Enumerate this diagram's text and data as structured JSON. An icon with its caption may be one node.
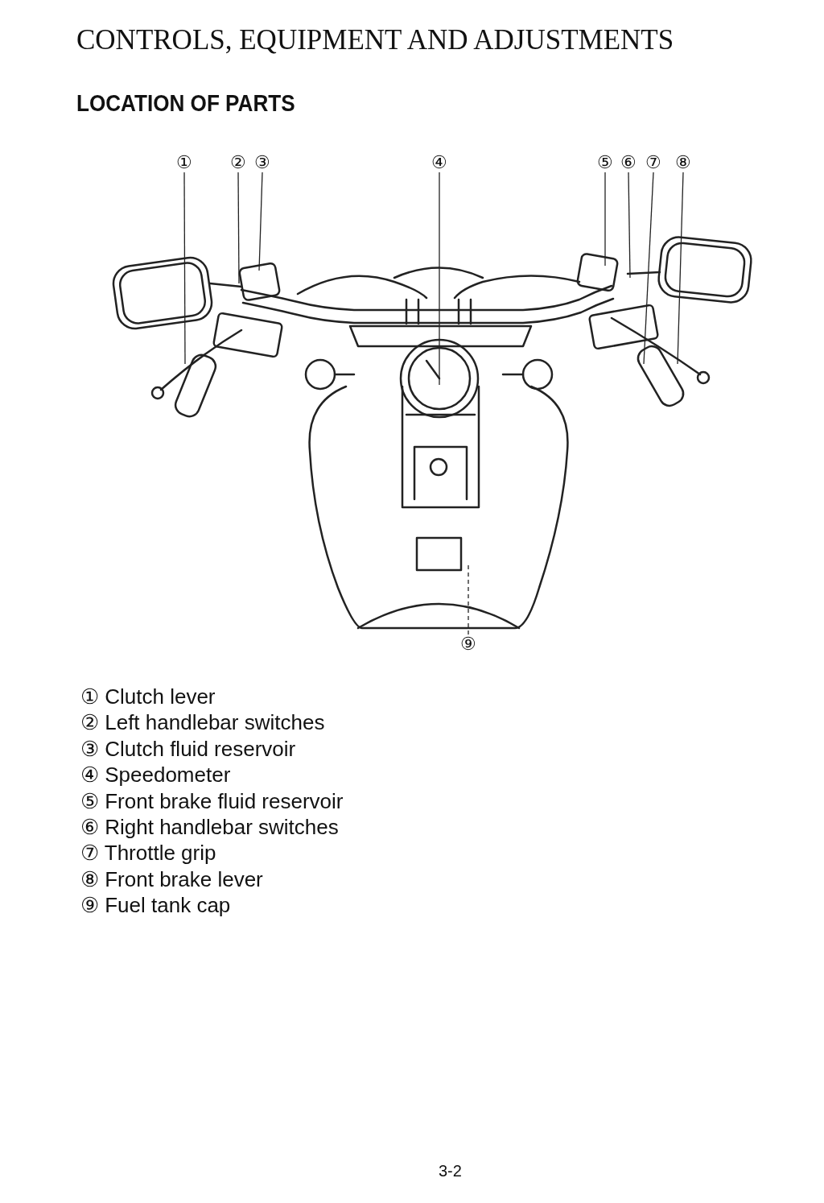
{
  "diagram": {
    "title": "CONTROLS, EQUIPMENT AND ADJUSTMENTS",
    "nodes": [
      {
        "text": [
          "①"
        ]
      },
      {
        "text": [
          "②"
        ]
      },
      {
        "text": [
          "③"
        ]
      },
      {
        "text": [
          "④"
        ]
      },
      {
        "text": [
          "⑤"
        ]
      },
      {
        "text": [
          "⑥"
        ]
      },
      {
        "text": [
          "⑦"
        ]
      },
      {
        "text": [
          "⑧"
        ]
      },
      {
        "text": [
          "⑨"
        ]
      }
    ],
    "edges": [
      {
        "from": 0,
        "to": null,
        "arrow": "none"
      },
      {
        "from": 1,
        "to": null,
        "arrow": "none"
      },
      {
        "from": 2,
        "to": null,
        "arrow": "none"
      },
      {
        "from": 3,
        "to": null,
        "arrow": "none"
      },
      {
        "from": 4,
        "to": null,
        "arrow": "none"
      },
      {
        "from": 5,
        "to": null,
        "arrow": "none"
      },
      {
        "from": 6,
        "to": null,
        "arrow": "none"
      },
      {
        "from": 7,
        "to": null,
        "arrow": "none"
      },
      {
        "from": 8,
        "to": null,
        "arrow": "none",
        "style": "dashed"
      }
    ],
    "labels": [
      "LOCATION OF PARTS",
      "① Clutch lever",
      "② Left handlebar switches",
      "③ Clutch fluid reservoir",
      "④ Speedometer",
      "⑤ Front brake fluid reservoir",
      "⑥ Right handlebar switches",
      "⑦ Throttle grip",
      "⑧ Front brake lever",
      "⑨ Fuel tank cap",
      "3-2"
    ]
  }
}
